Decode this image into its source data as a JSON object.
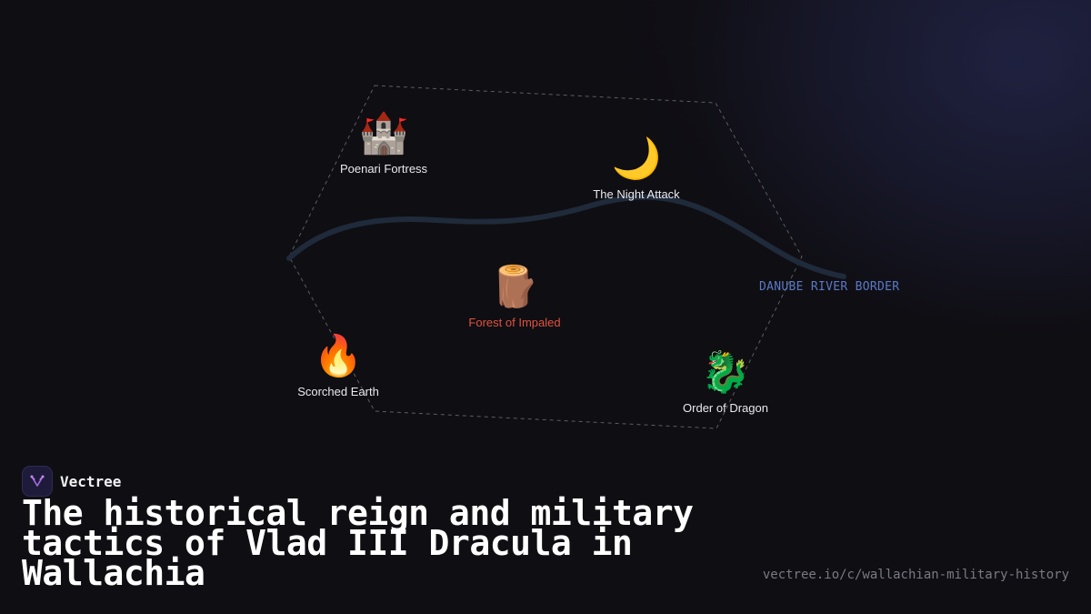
{
  "diagram": {
    "nodes": [
      {
        "id": "poenari",
        "label": "Poenari Fortress",
        "icon": "castle-icon",
        "glyph": "🏰"
      },
      {
        "id": "night",
        "label": "The Night Attack",
        "icon": "crescent-moon-icon",
        "glyph": "🌙"
      },
      {
        "id": "forest",
        "label": "Forest of Impaled",
        "icon": "wood-log-icon",
        "glyph": "🪵",
        "color": "#e0533f"
      },
      {
        "id": "scorched",
        "label": "Scorched Earth",
        "icon": "fire-icon",
        "glyph": "🔥"
      },
      {
        "id": "dragon",
        "label": "Order of Dragon",
        "icon": "dragon-icon",
        "glyph": "🐉"
      }
    ],
    "river_label": "DANUBE RIVER BORDER",
    "colors": {
      "river": "#1f2a3a",
      "river_label": "#5a79c4",
      "accent": "#e0533f",
      "boundary": "#6a6a72",
      "background": "#0f0e13"
    }
  },
  "brand": {
    "name": "Vectree",
    "logo_icon": "vectree-logo-icon"
  },
  "title": "The historical reign and military tactics of Vlad III Dracula in Wallachia",
  "url": "vectree.io/c/wallachian-military-history"
}
